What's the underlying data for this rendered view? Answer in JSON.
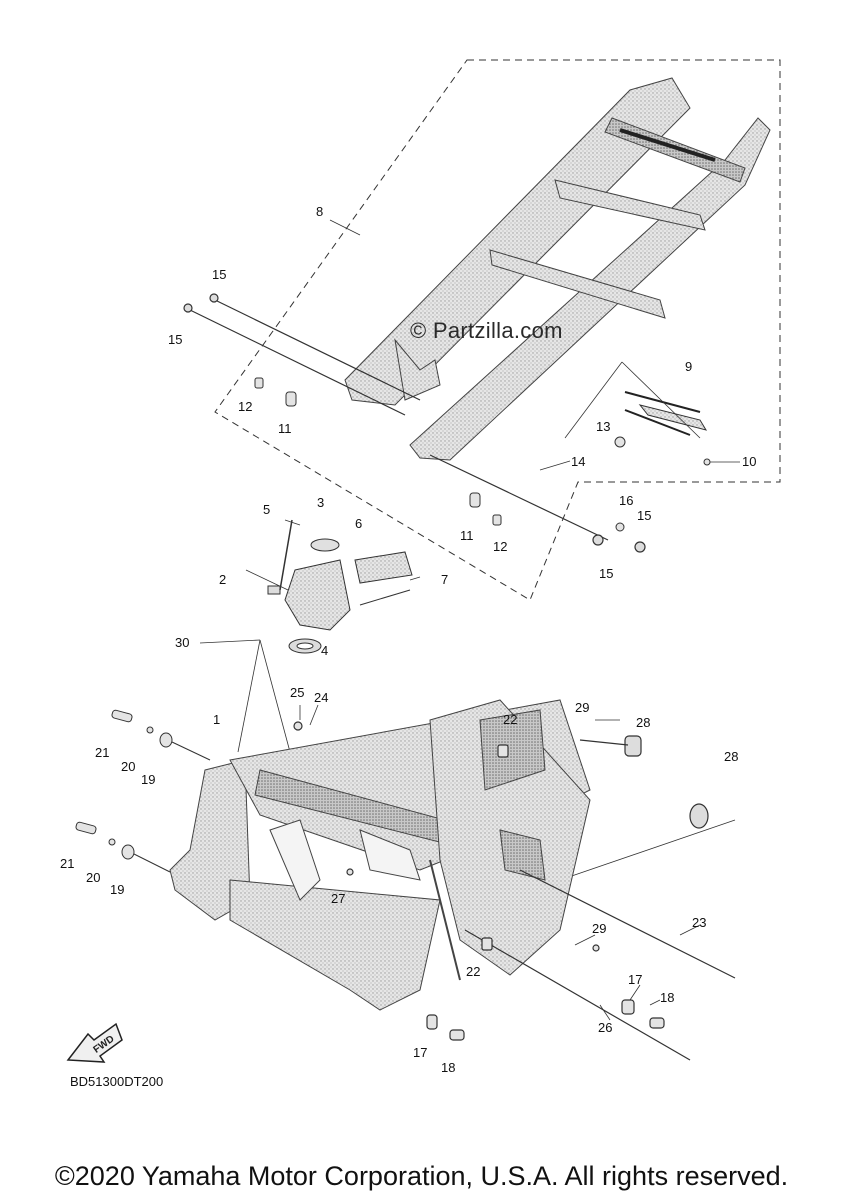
{
  "watermark": "© Partzilla.com",
  "drawing_code": "BD51300DT200",
  "copyright": "©2020 Yamaha Motor Corporation, U.S.A. All rights reserved.",
  "fwd_label": "FWD",
  "callouts": {
    "c1": "1",
    "c2": "2",
    "c3": "3",
    "c4": "4",
    "c5": "5",
    "c6": "6",
    "c7": "7",
    "c8": "8",
    "c9": "9",
    "c10": "10",
    "c11a": "11",
    "c11b": "11",
    "c12a": "12",
    "c12b": "12",
    "c13": "13",
    "c14": "14",
    "c15a": "15",
    "c15b": "15",
    "c15c": "15",
    "c15d": "15",
    "c16": "16",
    "c17a": "17",
    "c17b": "17",
    "c18a": "18",
    "c18b": "18",
    "c19a": "19",
    "c19b": "19",
    "c20a": "20",
    "c20b": "20",
    "c21a": "21",
    "c21b": "21",
    "c22a": "22",
    "c22b": "22",
    "c23": "23",
    "c24": "24",
    "c25": "25",
    "c26": "26",
    "c27": "27",
    "c28a": "28",
    "c28b": "28",
    "c29a": "29",
    "c29b": "29",
    "c30": "30"
  }
}
